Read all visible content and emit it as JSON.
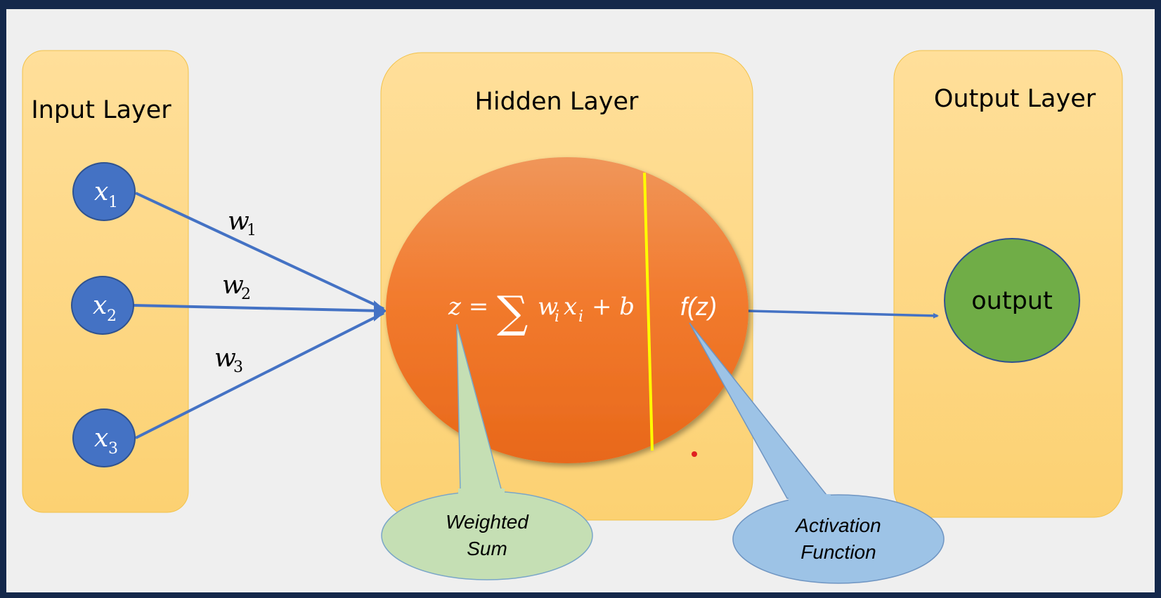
{
  "layers": {
    "input": {
      "title": "Input Layer",
      "nodes": [
        {
          "var": "x",
          "sub": "1"
        },
        {
          "var": "x",
          "sub": "2"
        },
        {
          "var": "x",
          "sub": "3"
        }
      ]
    },
    "hidden": {
      "title": "Hidden Layer"
    },
    "output": {
      "title": "Output Layer",
      "node_label": "output"
    }
  },
  "weights": [
    {
      "var": "w",
      "sub": "1"
    },
    {
      "var": "w",
      "sub": "2"
    },
    {
      "var": "w",
      "sub": "3"
    }
  ],
  "formula": {
    "lhs": "z =",
    "sum_symbol": "∑",
    "w": "w",
    "w_sub": "i",
    "x": "x",
    "x_sub": "i",
    "plus_b": "+ b"
  },
  "activation_label": "f(z)",
  "callouts": {
    "weighted_sum": {
      "line1": "Weighted",
      "line2": "Sum"
    },
    "activation": {
      "line1": "Activation",
      "line2": "Function"
    }
  },
  "colors": {
    "frame": "#14284b",
    "layer_panel": "#ffd686",
    "input_node": "#4472c4",
    "neuron": "#f07d2e",
    "output_node": "#70ad47",
    "connection": "#4472c4",
    "divider": "#ffff00",
    "weighted_sum_callout": "#c5dfb4",
    "activation_callout": "#9dc3e6"
  }
}
